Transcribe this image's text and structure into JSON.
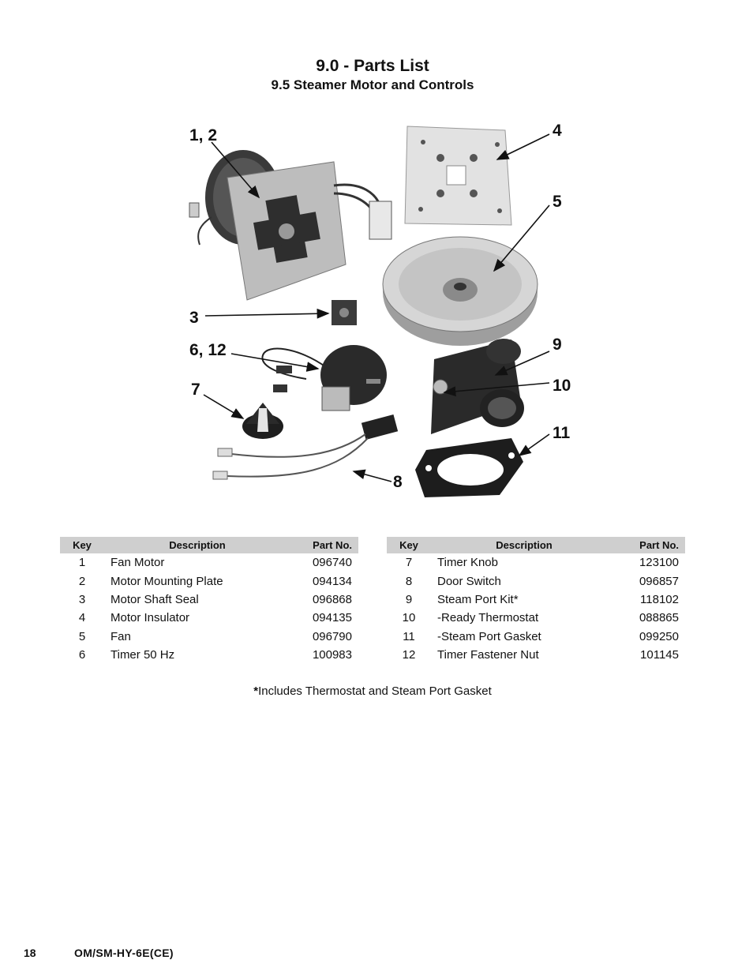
{
  "header": {
    "title": "9.0 - Parts List",
    "subtitle": "9.5 Steamer Motor and Controls"
  },
  "figure": {
    "callouts": [
      "1, 2",
      "3",
      "4",
      "5",
      "6, 12",
      "7",
      "8",
      "9",
      "10",
      "11"
    ]
  },
  "table_left": {
    "headers": [
      "Key",
      "Description",
      "Part No."
    ],
    "rows": [
      {
        "key": "1",
        "desc": "Fan Motor",
        "part": "096740"
      },
      {
        "key": "2",
        "desc": "Motor Mounting Plate",
        "part": "094134"
      },
      {
        "key": "3",
        "desc": "Motor Shaft Seal",
        "part": "096868"
      },
      {
        "key": "4",
        "desc": "Motor Insulator",
        "part": "094135"
      },
      {
        "key": "5",
        "desc": "Fan",
        "part": "096790"
      },
      {
        "key": "6",
        "desc": "Timer 50 Hz",
        "part": "100983"
      }
    ]
  },
  "table_right": {
    "headers": [
      "Key",
      "Description",
      "Part No."
    ],
    "rows": [
      {
        "key": "7",
        "desc": "Timer Knob",
        "part": "123100"
      },
      {
        "key": "8",
        "desc": "Door Switch",
        "part": "096857"
      },
      {
        "key": "9",
        "desc": "Steam Port Kit*",
        "part": "118102"
      },
      {
        "key": "10",
        "desc": "-Ready Thermostat",
        "part": "088865"
      },
      {
        "key": "11",
        "desc": "-Steam Port Gasket",
        "part": "099250"
      },
      {
        "key": "12",
        "desc": "Timer Fastener Nut",
        "part": "101145"
      }
    ]
  },
  "footnote": {
    "marker": "*",
    "text": "Includes Thermostat and Steam Port Gasket"
  },
  "footer": {
    "page_number": "18",
    "doc_code": "OM/SM-HY-6E(CE)"
  }
}
